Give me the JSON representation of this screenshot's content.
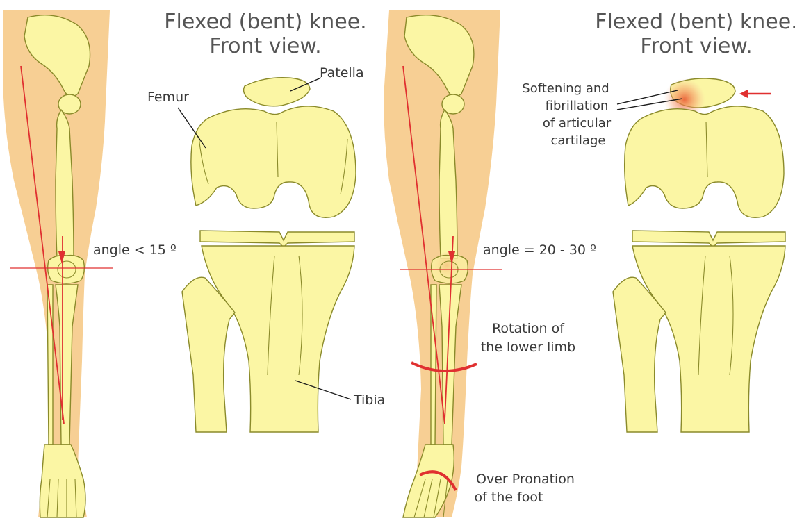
{
  "left_panel": {
    "title_line1": "Flexed (bent) knee.",
    "title_line2": "Front view.",
    "labels": {
      "patella": "Patella",
      "femur": "Femur",
      "tibia": "Tibia",
      "angle": "angle < 15 º"
    }
  },
  "right_panel": {
    "title_line1": "Flexed (bent) knee.",
    "title_line2": "Front view.",
    "labels": {
      "cartilage_line1": "Softening and",
      "cartilage_line2": "fibrillation",
      "cartilage_line3": "of articular",
      "cartilage_line4": "cartilage",
      "angle": "angle = 20 - 30 º",
      "rotation_line1": "Rotation of",
      "rotation_line2": "the lower limb",
      "pronation_line1": "Over Pronation",
      "pronation_line2": "of the foot"
    }
  },
  "colors": {
    "skin": "#f7cf94",
    "bone_fill": "#fbf6a4",
    "bone_stroke": "#8a8a2a",
    "axis_line": "#e03030",
    "inflammation": "#f07850"
  }
}
